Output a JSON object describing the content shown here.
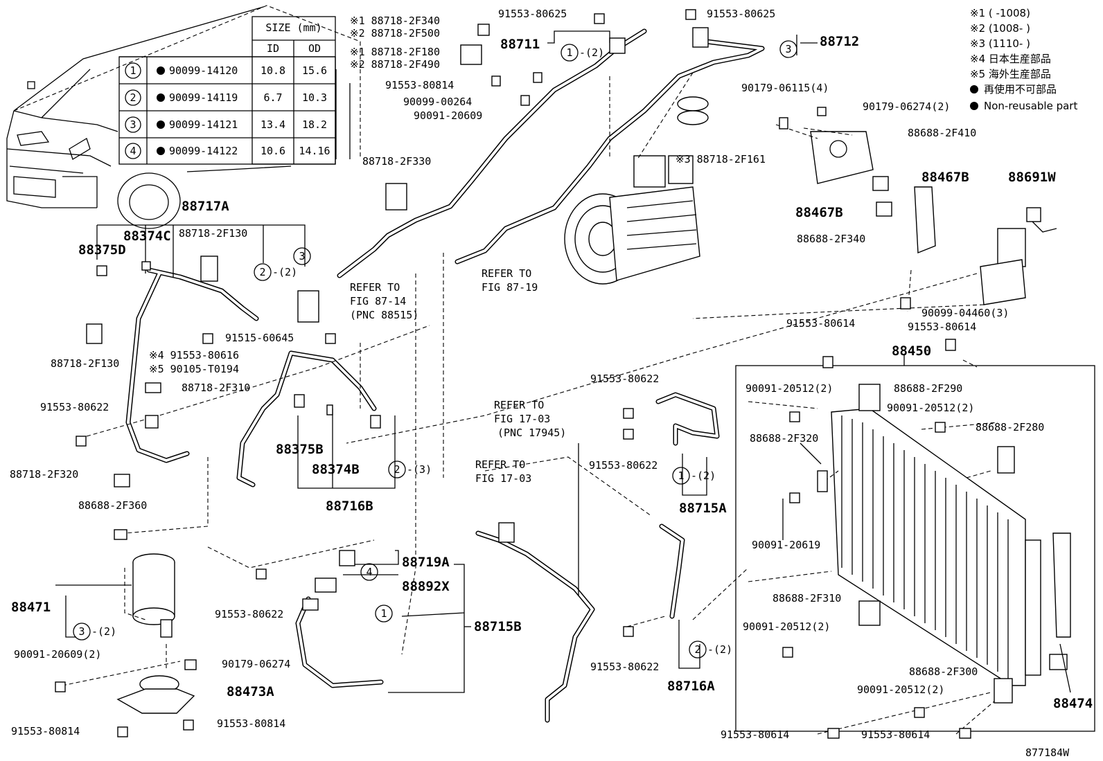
{
  "legend": {
    "notes": [
      "※1 (      -1008)",
      "※2 (1008-      )",
      "※3 (1110-      )",
      "※4 日本生産部品",
      "※5 海外生産部品",
      "再使用不可部品",
      "Non-reusable part"
    ]
  },
  "size_table": {
    "title": "SIZE (mm)",
    "col_id": "ID",
    "col_od": "OD",
    "rows": [
      {
        "ref": "1",
        "part": "90099-14120",
        "id": "10.8",
        "od": "15.6"
      },
      {
        "ref": "2",
        "part": "90099-14119",
        "id": "6.7",
        "od": "10.3"
      },
      {
        "ref": "3",
        "part": "90099-14121",
        "id": "13.4",
        "od": "18.2"
      },
      {
        "ref": "4",
        "part": "90099-14122",
        "id": "10.6",
        "od": "14.16"
      }
    ]
  },
  "labels": [
    {
      "key": "l1",
      "text": "※1 88718-2F340"
    },
    {
      "key": "l2",
      "text": "※2 88718-2F500"
    },
    {
      "key": "l3",
      "text": "※1 88718-2F180"
    },
    {
      "key": "l4",
      "text": "※2 88718-2F490"
    },
    {
      "key": "l5",
      "text": "91553-80814"
    },
    {
      "key": "l6",
      "text": "90099-00264"
    },
    {
      "key": "l7",
      "text": "90091-20609"
    },
    {
      "key": "l8",
      "text": "91553-80625"
    },
    {
      "key": "l9",
      "text": "91553-80625"
    },
    {
      "key": "l10",
      "text": "88718-2F330"
    },
    {
      "key": "l11",
      "text": "※3 88718-2F161"
    },
    {
      "key": "l12",
      "text": "90179-06115(4)"
    },
    {
      "key": "l13",
      "text": "90179-06274(2)"
    },
    {
      "key": "l14",
      "text": "88688-2F410"
    },
    {
      "key": "l15",
      "text": "88688-2F340"
    },
    {
      "key": "l16",
      "text": "90099-04460(3)"
    },
    {
      "key": "l17",
      "text": "91553-80614"
    },
    {
      "key": "l18",
      "text": "91553-80614"
    },
    {
      "key": "l19",
      "text": "88718-2F130"
    },
    {
      "key": "l20",
      "text": "REFER TO"
    },
    {
      "key": "l21",
      "text": "FIG 87-14"
    },
    {
      "key": "l22",
      "text": "(PNC 88515)"
    },
    {
      "key": "l23",
      "text": "REFER TO"
    },
    {
      "key": "l24",
      "text": "FIG 87-19"
    },
    {
      "key": "l25",
      "text": "91515-60645"
    },
    {
      "key": "l26",
      "text": "※4 91553-80616"
    },
    {
      "key": "l27",
      "text": "※5 90105-T0194"
    },
    {
      "key": "l28",
      "text": "88718-2F310"
    },
    {
      "key": "l29",
      "text": "88718-2F130"
    },
    {
      "key": "l30",
      "text": "91553-80622"
    },
    {
      "key": "l31",
      "text": "88718-2F320"
    },
    {
      "key": "l32",
      "text": "88688-2F360"
    },
    {
      "key": "l33",
      "text": "91553-80622"
    },
    {
      "key": "l34",
      "text": "91553-80622"
    },
    {
      "key": "l35",
      "text": "REFER TO"
    },
    {
      "key": "l36",
      "text": "FIG 17-03"
    },
    {
      "key": "l37",
      "text": "(PNC 17945)"
    },
    {
      "key": "l38",
      "text": "REFER TO"
    },
    {
      "key": "l39",
      "text": "FIG 17-03"
    },
    {
      "key": "l40",
      "text": "90091-20512(2)"
    },
    {
      "key": "l41",
      "text": "88688-2F290"
    },
    {
      "key": "l42",
      "text": "90091-20512(2)"
    },
    {
      "key": "l43",
      "text": "88688-2F320"
    },
    {
      "key": "l44",
      "text": "88688-2F280"
    },
    {
      "key": "l45",
      "text": "90091-20619"
    },
    {
      "key": "l46",
      "text": "88688-2F310"
    },
    {
      "key": "l47",
      "text": "90091-20512(2)"
    },
    {
      "key": "l48",
      "text": "88688-2F300"
    },
    {
      "key": "l49",
      "text": "90091-20512(2)"
    },
    {
      "key": "l50",
      "text": "91553-80622"
    },
    {
      "key": "l51",
      "text": "91553-80622"
    },
    {
      "key": "l52",
      "text": "90091-20609(2)"
    },
    {
      "key": "l53",
      "text": "90179-06274"
    },
    {
      "key": "l54",
      "text": "91553-80814"
    },
    {
      "key": "l55",
      "text": "91553-80814"
    },
    {
      "key": "l56",
      "text": "91553-80614"
    },
    {
      "key": "l57",
      "text": "91553-80614"
    },
    {
      "key": "l58",
      "text": "877184W"
    },
    {
      "key": "l59",
      "text": "91553-80614"
    }
  ],
  "big_labels": [
    {
      "key": "b1",
      "text": "88711"
    },
    {
      "key": "b2",
      "text": "88712"
    },
    {
      "key": "b3",
      "text": "88467B"
    },
    {
      "key": "b4",
      "text": "88467B"
    },
    {
      "key": "b5",
      "text": "88691W"
    },
    {
      "key": "b6",
      "text": "88717A"
    },
    {
      "key": "b7",
      "text": "88374C"
    },
    {
      "key": "b8",
      "text": "88375D"
    },
    {
      "key": "b9",
      "text": "88450"
    },
    {
      "key": "b10",
      "text": "88375B"
    },
    {
      "key": "b11",
      "text": "88374B"
    },
    {
      "key": "b12",
      "text": "88716B"
    },
    {
      "key": "b13",
      "text": "88715A"
    },
    {
      "key": "b14",
      "text": "88719A"
    },
    {
      "key": "b15",
      "text": "88892X"
    },
    {
      "key": "b16",
      "text": "88715B"
    },
    {
      "key": "b17",
      "text": "88471"
    },
    {
      "key": "b18",
      "text": "88473A"
    },
    {
      "key": "b19",
      "text": "88716A"
    },
    {
      "key": "b20",
      "text": "88474"
    }
  ],
  "circles": [
    {
      "key": "c1",
      "num": "1",
      "suffix": "-(2)"
    },
    {
      "key": "c2",
      "num": "3",
      "suffix": ""
    },
    {
      "key": "c3",
      "num": "2",
      "suffix": "-(2)"
    },
    {
      "key": "c4",
      "num": "3",
      "suffix": ""
    },
    {
      "key": "c5",
      "num": "2",
      "suffix": "-(3)"
    },
    {
      "key": "c6",
      "num": "1",
      "suffix": "-(2)"
    },
    {
      "key": "c7",
      "num": "4",
      "suffix": ""
    },
    {
      "key": "c8",
      "num": "1",
      "suffix": ""
    },
    {
      "key": "c9",
      "num": "3",
      "suffix": "-(2)"
    },
    {
      "key": "c10",
      "num": "2",
      "suffix": "-(2)"
    }
  ]
}
